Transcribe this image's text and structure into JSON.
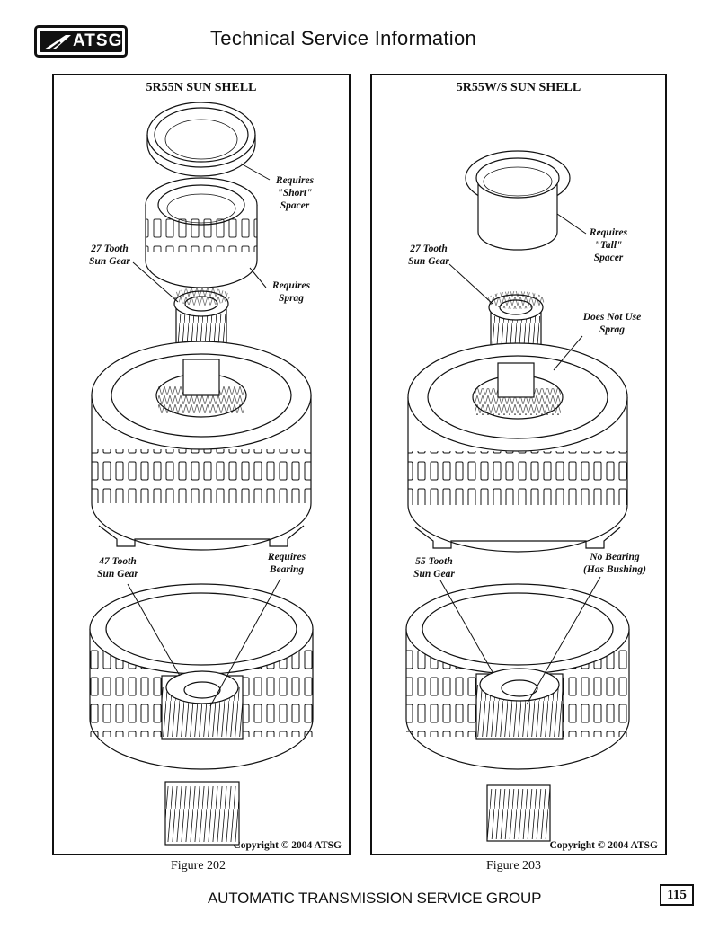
{
  "header": {
    "logo_text": "ATSG",
    "title": "Technical Service Information"
  },
  "panels": [
    {
      "title": "5R55N SUN SHELL",
      "callouts": {
        "spacer": "Requires\n\"Short\"\nSpacer",
        "sun_gear_top": "27 Tooth\nSun Gear",
        "sprag": "Requires\nSprag",
        "sun_gear_bottom": "47 Tooth\nSun Gear",
        "bearing": "Requires\nBearing"
      },
      "copyright": "Copyright © 2004 ATSG",
      "figure": "Figure 202"
    },
    {
      "title": "5R55W/S SUN SHELL",
      "callouts": {
        "sun_gear_top": "27 Tooth\nSun Gear",
        "spacer": "Requires\n\"Tall\"\nSpacer",
        "sprag": "Does Not Use\nSprag",
        "sun_gear_bottom": "55 Tooth\nSun Gear",
        "bearing": "No Bearing\n(Has Bushing)"
      },
      "copyright": "Copyright © 2004 ATSG",
      "figure": "Figure 203"
    }
  ],
  "footer": {
    "org": "AUTOMATIC TRANSMISSION SERVICE GROUP",
    "page_number": "115"
  }
}
